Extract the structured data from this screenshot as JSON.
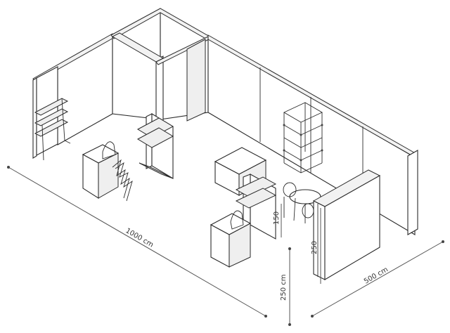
{
  "dimensions": {
    "length": "1000 cm",
    "width": "500 cm",
    "wall_height": "250 cm",
    "partition_height": "250",
    "table_height": "150"
  }
}
